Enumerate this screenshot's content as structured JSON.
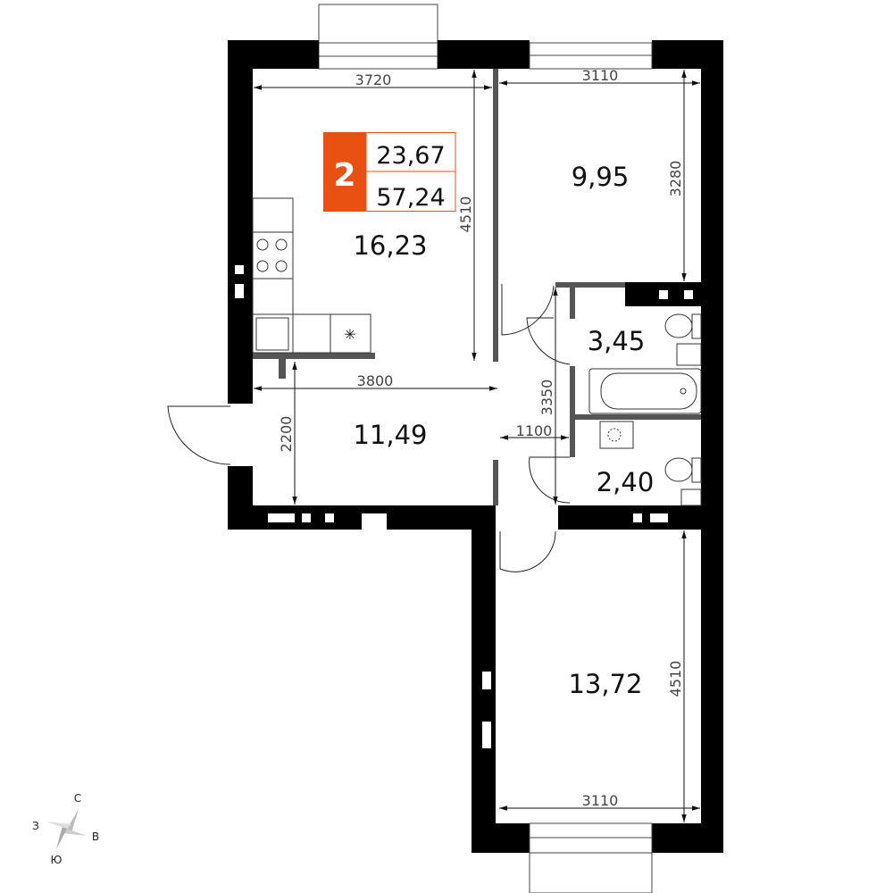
{
  "summary": {
    "rooms_count": "2",
    "living_area": "23,67",
    "total_area": "57,24",
    "accent_color": "#E85111"
  },
  "rooms": {
    "kitchen": "16,23",
    "bedroom_small": "9,95",
    "bathroom": "3,45",
    "hallway": "11,49",
    "wc": "2,40",
    "bedroom_large": "13,72"
  },
  "dimensions": {
    "kitchen_width": "3720",
    "kitchen_depth": "4510",
    "bedroom_small_width": "3110",
    "bedroom_small_depth": "3280",
    "hallway_width": "3800",
    "hallway_depth": "2200",
    "corridor_length": "3350",
    "corridor_width": "1100",
    "bedroom_large_depth": "4510",
    "bedroom_large_width": "3110"
  },
  "compass": {
    "north": "С",
    "east": "В",
    "south": "Ю",
    "west": "З"
  }
}
